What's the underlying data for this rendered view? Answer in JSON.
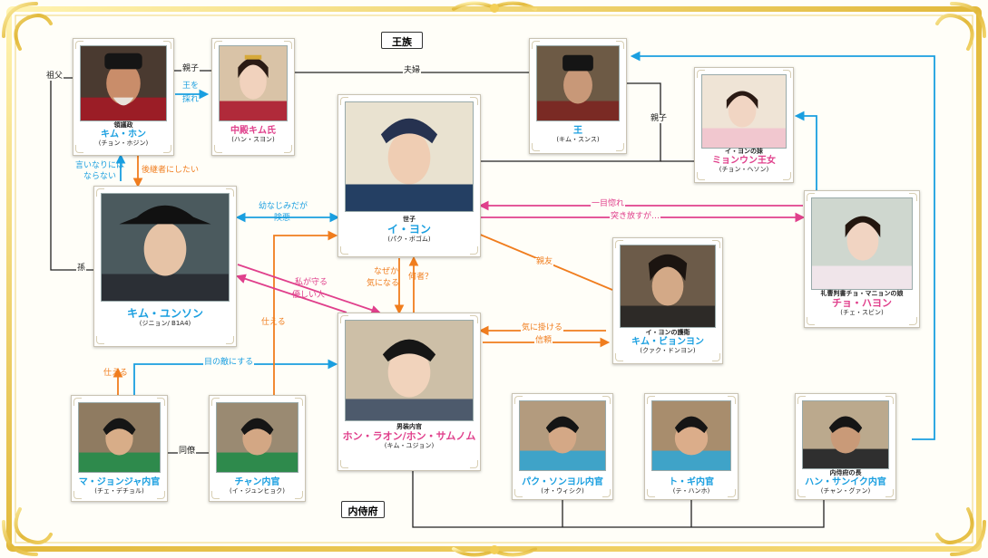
{
  "sections": {
    "royal": "王族",
    "naishifu": "内侍府"
  },
  "people": {
    "kim_hon": {
      "role": "領議政",
      "name": "キム・ホン",
      "actor": "(チョン・ホジン)"
    },
    "chuden": {
      "role": "",
      "name": "中殿キム氏",
      "actor": "(ハン・スヨン)"
    },
    "king": {
      "role": "",
      "name": "王",
      "actor": "(キム・スンス)"
    },
    "princess": {
      "role": "イ・ヨンの妹",
      "name": "ミョンウン王女",
      "actor": "(チョン・ヘソン)"
    },
    "lee_yeong": {
      "role": "世子",
      "name": "イ・ヨン",
      "actor": "(パク・ボゴム)"
    },
    "yunsung": {
      "role": "",
      "name": "キム・ユンソン",
      "actor": "(ジニョン/ B1A4)"
    },
    "byungyeon": {
      "role": "イ・ヨンの護衛",
      "name": "キム・ビョンヨン",
      "actor": "(クァク・ドンヨン)"
    },
    "hayeon": {
      "role": "礼曹判書チョ・マニョンの娘",
      "name": "チョ・ハヨン",
      "actor": "(チェ・スビン)"
    },
    "raon": {
      "role": "男装内官",
      "name": "ホン・ラオン/ホン・サムノム",
      "actor": "(キム・ユジョン)"
    },
    "ma": {
      "role": "",
      "name": "マ・ジョンジャ内官",
      "actor": "(チェ・デチョル)"
    },
    "jang": {
      "role": "",
      "name": "チャン内官",
      "actor": "(イ・ジュンヒョク)"
    },
    "park": {
      "role": "",
      "name": "パク・ソンヨル内官",
      "actor": "(オ・ウィシク)"
    },
    "to": {
      "role": "",
      "name": "ト・ギ内官",
      "actor": "(テ・ハンホ)"
    },
    "han": {
      "role": "内侍府の長",
      "name": "ハン・サンイク内官",
      "actor": "(チャン・グァン)"
    }
  },
  "relations": {
    "sofu": "祖父",
    "mago": "孫",
    "oyako1": "親子",
    "oyako2": "親子",
    "fufu": "夫婦",
    "ou_wo_1": "王を",
    "ou_wo_2": "採れ",
    "iinari_1": "言いなりには",
    "iinari_2": "ならない",
    "koukeisha": "後継者にしたい",
    "osananajimi_1": "幼なじみだが",
    "osananajimi_2": "険悪",
    "hitomebore": "一目惚れ",
    "tsukihanasu": "突き放すが…",
    "shinyu": "親友",
    "nazeka_1": "なぜか",
    "nazeka_2": "気になる",
    "nanimono": "何者？",
    "watashi_1": "私が守る",
    "watashi_2": "優しい人",
    "kinikakeru": "気に掛ける",
    "shinrai": "信頼",
    "tsukaeru_1": "仕える",
    "tsukaeru_2": "仕える",
    "menokataki": "目の敵にする",
    "douryou": "同僚"
  },
  "colors": {
    "name_blue": "#1a9fe0",
    "name_pink": "#e0408c",
    "arrow_orange": "#f07d1e",
    "frame_gold": "#e8c84a"
  }
}
